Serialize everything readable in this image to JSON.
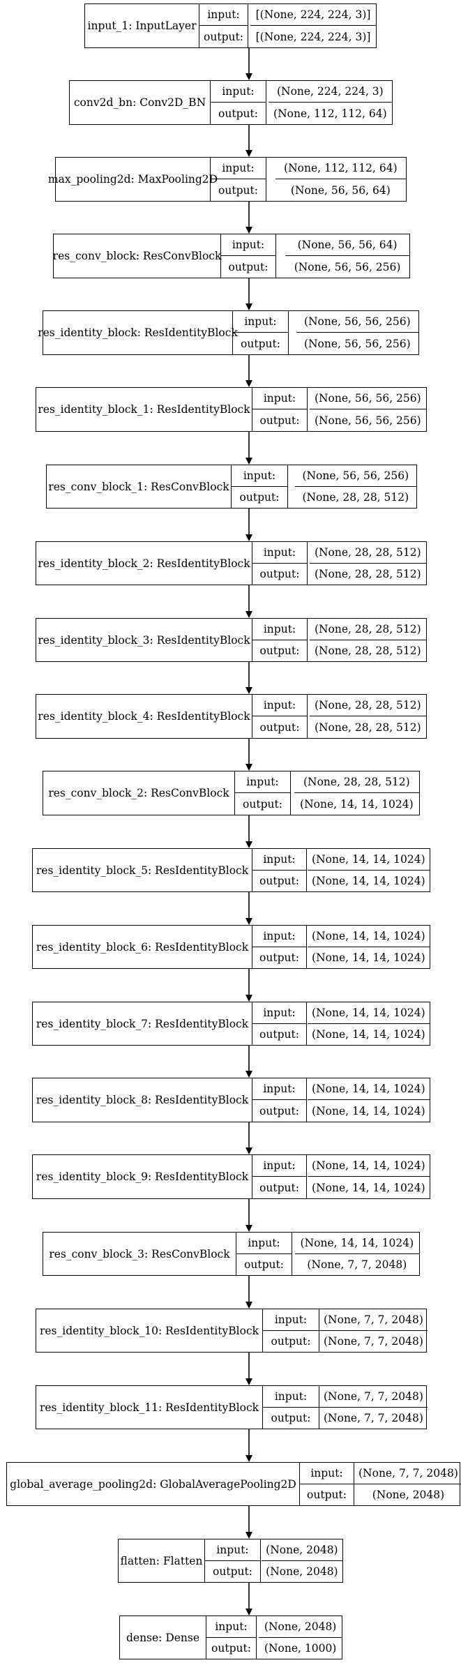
{
  "io_labels": {
    "input": "input:",
    "output": "output:"
  },
  "nodes": [
    {
      "name": "input_1: InputLayer",
      "input": "[(None, 224, 224, 3)]",
      "output": "[(None, 224, 224, 3)]"
    },
    {
      "name": "conv2d_bn: Conv2D_BN",
      "input": "(None, 224, 224, 3)",
      "output": "(None, 112, 112, 64)"
    },
    {
      "name": "max_pooling2d: MaxPooling2D",
      "input": "(None, 112, 112, 64)",
      "output": "(None, 56, 56, 64)"
    },
    {
      "name": "res_conv_block: ResConvBlock",
      "input": "(None, 56, 56, 64)",
      "output": "(None, 56, 56, 256)"
    },
    {
      "name": "res_identity_block: ResIdentityBlock",
      "input": "(None, 56, 56, 256)",
      "output": "(None, 56, 56, 256)"
    },
    {
      "name": "res_identity_block_1: ResIdentityBlock",
      "input": "(None, 56, 56, 256)",
      "output": "(None, 56, 56, 256)"
    },
    {
      "name": "res_conv_block_1: ResConvBlock",
      "input": "(None, 56, 56, 256)",
      "output": "(None, 28, 28, 512)"
    },
    {
      "name": "res_identity_block_2: ResIdentityBlock",
      "input": "(None, 28, 28, 512)",
      "output": "(None, 28, 28, 512)"
    },
    {
      "name": "res_identity_block_3: ResIdentityBlock",
      "input": "(None, 28, 28, 512)",
      "output": "(None, 28, 28, 512)"
    },
    {
      "name": "res_identity_block_4: ResIdentityBlock",
      "input": "(None, 28, 28, 512)",
      "output": "(None, 28, 28, 512)"
    },
    {
      "name": "res_conv_block_2: ResConvBlock",
      "input": "(None, 28, 28, 512)",
      "output": "(None, 14, 14, 1024)"
    },
    {
      "name": "res_identity_block_5: ResIdentityBlock",
      "input": "(None, 14, 14, 1024)",
      "output": "(None, 14, 14, 1024)"
    },
    {
      "name": "res_identity_block_6: ResIdentityBlock",
      "input": "(None, 14, 14, 1024)",
      "output": "(None, 14, 14, 1024)"
    },
    {
      "name": "res_identity_block_7: ResIdentityBlock",
      "input": "(None, 14, 14, 1024)",
      "output": "(None, 14, 14, 1024)"
    },
    {
      "name": "res_identity_block_8: ResIdentityBlock",
      "input": "(None, 14, 14, 1024)",
      "output": "(None, 14, 14, 1024)"
    },
    {
      "name": "res_identity_block_9: ResIdentityBlock",
      "input": "(None, 14, 14, 1024)",
      "output": "(None, 14, 14, 1024)"
    },
    {
      "name": "res_conv_block_3: ResConvBlock",
      "input": "(None, 14, 14, 1024)",
      "output": "(None, 7, 7, 2048)"
    },
    {
      "name": "res_identity_block_10: ResIdentityBlock",
      "input": "(None, 7, 7, 2048)",
      "output": "(None, 7, 7, 2048)"
    },
    {
      "name": "res_identity_block_11: ResIdentityBlock",
      "input": "(None, 7, 7, 2048)",
      "output": "(None, 7, 7, 2048)"
    },
    {
      "name": "global_average_pooling2d: GlobalAveragePooling2D",
      "input": "(None, 7, 7, 2048)",
      "output": "(None, 2048)"
    },
    {
      "name": "flatten: Flatten",
      "input": "(None, 2048)",
      "output": "(None, 2048)"
    },
    {
      "name": "dense: Dense",
      "input": "(None, 2048)",
      "output": "(None, 1000)"
    }
  ]
}
